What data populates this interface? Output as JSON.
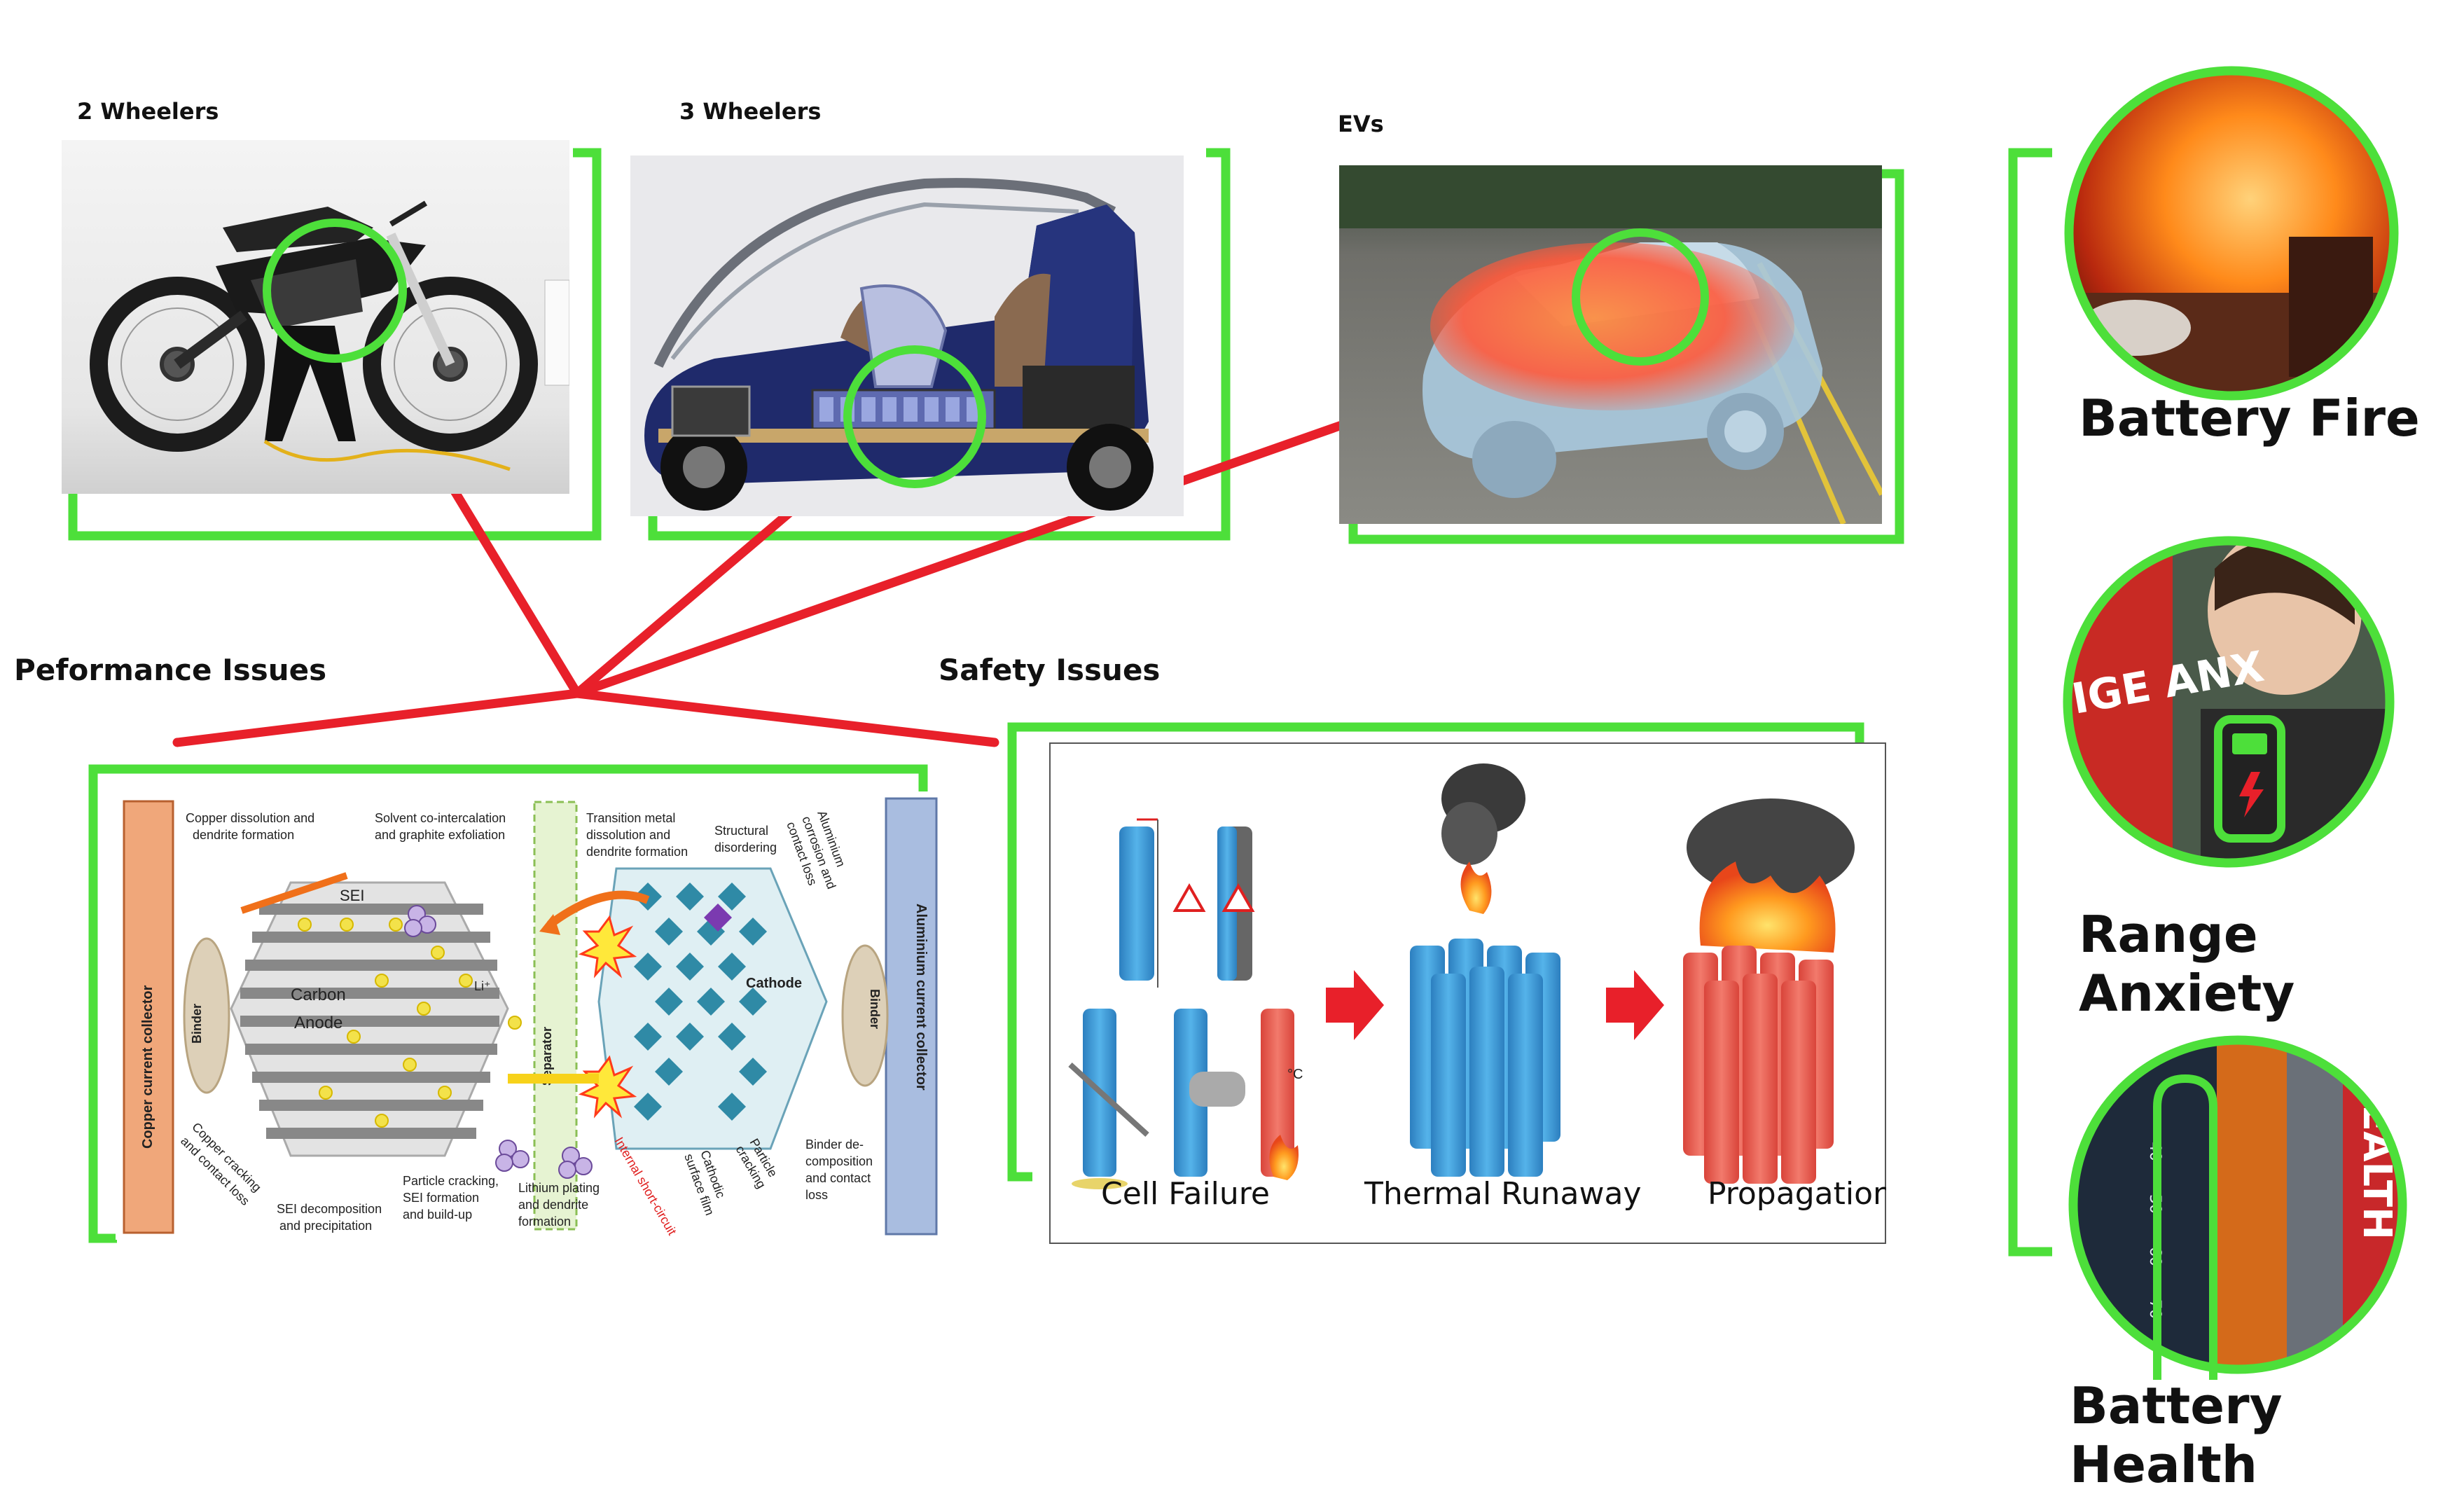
{
  "vehicles": {
    "two_wheelers": "2 Wheelers",
    "three_wheelers": "3 Wheelers",
    "evs": "EVs"
  },
  "issues": {
    "performance": "Peformance Issues",
    "safety": "Safety Issues"
  },
  "problems": {
    "battery_fire": "Battery Fire",
    "range_anxiety": "Range Anxiety",
    "battery_health": "Battery Health"
  },
  "degradation_diagram": {
    "copper_collector": "Copper current collector",
    "aluminium_collector": "Aluminium current collector",
    "binder_left": "Binder",
    "binder_right": "Binder",
    "separator": "Separator",
    "sei": "SEI",
    "carbon": "Carbon",
    "anode": "Anode",
    "cathode": "Cathode",
    "li_plus": "Li⁺",
    "copper_dissolution_1": "Copper dissolution and",
    "copper_dissolution_2": "dendrite formation",
    "solvent_1": "Solvent co-intercalation",
    "solvent_2": "and graphite exfoliation",
    "transition_1": "Transition metal",
    "transition_2": "dissolution and",
    "transition_3": "dendrite formation",
    "structural_1": "Structural",
    "structural_2": "disordering",
    "aluminium_corrosion_1": "Aluminium",
    "aluminium_corrosion_2": "corrosion and",
    "aluminium_corrosion_3": "contact loss",
    "copper_cracking_1": "Copper cracking",
    "copper_cracking_2": "and contact loss",
    "sei_decomp_1": "SEI decomposition",
    "sei_decomp_2": "and precipitation",
    "particle_sei_1": "Particle cracking,",
    "particle_sei_2": "SEI formation",
    "particle_sei_3": "and build-up",
    "lithium_plating_1": "Lithium plating",
    "lithium_plating_2": "and dendrite",
    "lithium_plating_3": "formation",
    "internal_short": "Internal short-circuit",
    "cathodic_film_1": "Cathodic",
    "cathodic_film_2": "surface film",
    "particle_cracking_1": "Particle",
    "particle_cracking_2": "cracking",
    "binder_decomp_1": "Binder de-",
    "binder_decomp_2": "composition",
    "binder_decomp_3": "and contact",
    "binder_decomp_4": "loss"
  },
  "safety_diagram": {
    "stage1": "Cell Failure",
    "stage2": "Thermal Runaway",
    "stage3": "Propagation",
    "temp_unit": "°C",
    "plus": "+",
    "minus": "−"
  },
  "icon_texts": {
    "range_banner": "IGE ANX",
    "health_banner": "HEALTH",
    "gauge_40": "40",
    "gauge_50": "50",
    "gauge_60": "60",
    "gauge_70": "70",
    "gauge_80": "80"
  },
  "colors": {
    "bracket_green": "#4ddf3a",
    "connector_red": "#e8202a",
    "copper": "#f0a77a",
    "aluminium": "#a9bde0",
    "cell_blue": "#3f9bd6",
    "cell_red": "#e85a4f"
  }
}
